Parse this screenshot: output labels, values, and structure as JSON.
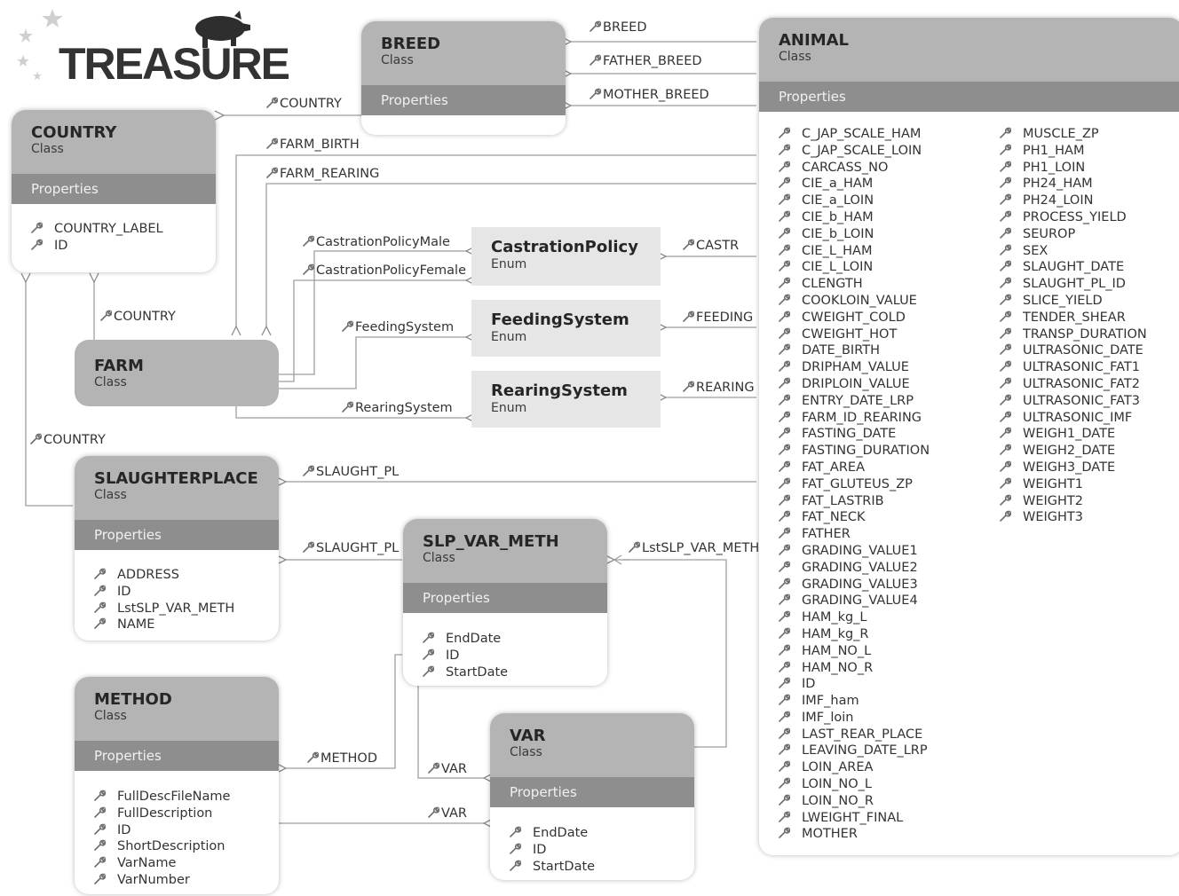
{
  "logo": {
    "text": "TREASURE"
  },
  "classes": {
    "breed": {
      "title": "BREED",
      "type": "Class",
      "props_label": "Properties"
    },
    "country": {
      "title": "COUNTRY",
      "type": "Class",
      "props_label": "Properties",
      "properties": [
        "COUNTRY_LABEL",
        "ID"
      ]
    },
    "farm": {
      "title": "FARM",
      "type": "Class"
    },
    "slaughterplace": {
      "title": "SLAUGHTERPLACE",
      "type": "Class",
      "props_label": "Properties",
      "properties": [
        "ADDRESS",
        "ID",
        "LstSLP_VAR_METH",
        "NAME"
      ]
    },
    "slp_var_meth": {
      "title": "SLP_VAR_METH",
      "type": "Class",
      "props_label": "Properties",
      "properties": [
        "EndDate",
        "ID",
        "StartDate"
      ]
    },
    "method": {
      "title": "METHOD",
      "type": "Class",
      "props_label": "Properties",
      "properties": [
        "FullDescFileName",
        "FullDescription",
        "ID",
        "ShortDescription",
        "VarName",
        "VarNumber"
      ]
    },
    "var": {
      "title": "VAR",
      "type": "Class",
      "props_label": "Properties",
      "properties": [
        "EndDate",
        "ID",
        "StartDate"
      ]
    },
    "animal": {
      "title": "ANIMAL",
      "type": "Class",
      "props_label": "Properties",
      "properties_col1": [
        "C_JAP_SCALE_HAM",
        "C_JAP_SCALE_LOIN",
        "CARCASS_NO",
        "CIE_a_HAM",
        "CIE_a_LOIN",
        "CIE_b_HAM",
        "CIE_b_LOIN",
        "CIE_L_HAM",
        "CIE_L_LOIN",
        "CLENGTH",
        "COOKLOIN_VALUE",
        "CWEIGHT_COLD",
        "CWEIGHT_HOT",
        "DATE_BIRTH",
        "DRIPHAM_VALUE",
        "DRIPLOIN_VALUE",
        "ENTRY_DATE_LRP",
        "FARM_ID_REARING",
        "FASTING_DATE",
        "FASTING_DURATION",
        "FAT_AREA",
        "FAT_GLUTEUS_ZP",
        "FAT_LASTRIB",
        "FAT_NECK",
        "FATHER",
        "GRADING_VALUE1",
        "GRADING_VALUE2",
        "GRADING_VALUE3",
        "GRADING_VALUE4",
        "HAM_kg_L",
        "HAM_kg_R",
        "HAM_NO_L",
        "HAM_NO_R",
        "ID",
        "IMF_ham",
        "IMF_loin",
        "LAST_REAR_PLACE",
        "LEAVING_DATE_LRP",
        "LOIN_AREA",
        "LOIN_NO_L",
        "LOIN_NO_R",
        "LWEIGHT_FINAL",
        "MOTHER"
      ],
      "properties_col2": [
        "MUSCLE_ZP",
        "PH1_HAM",
        "PH1_LOIN",
        "PH24_HAM",
        "PH24_LOIN",
        "PROCESS_YIELD",
        "SEUROP",
        "SEX",
        "SLAUGHT_DATE",
        "SLAUGHT_PL_ID",
        "SLICE_YIELD",
        "TENDER_SHEAR",
        "TRANSP_DURATION",
        "ULTRASONIC_DATE",
        "ULTRASONIC_FAT1",
        "ULTRASONIC_FAT2",
        "ULTRASONIC_FAT3",
        "ULTRASONIC_IMF",
        "WEIGH1_DATE",
        "WEIGH2_DATE",
        "WEIGH3_DATE",
        "WEIGHT1",
        "WEIGHT2",
        "WEIGHT3"
      ]
    }
  },
  "enums": {
    "castration": {
      "title": "CastrationPolicy",
      "type": "Enum"
    },
    "feeding": {
      "title": "FeedingSystem",
      "type": "Enum"
    },
    "rearing": {
      "title": "RearingSystem",
      "type": "Enum"
    }
  },
  "relations": {
    "breed": "BREED",
    "father_breed": "FATHER_BREED",
    "mother_breed": "MOTHER_BREED",
    "breed_country": "COUNTRY",
    "farm_birth": "FARM_BIRTH",
    "farm_rearing": "FARM_REARING",
    "castration_male": "CastrationPolicyMale",
    "castration_female": "CastrationPolicyFemale",
    "castr": "CASTR",
    "feeding_system": "FeedingSystem",
    "feeding": "FEEDING",
    "rearing_system": "RearingSystem",
    "rearing": "REARING",
    "farm_country": "COUNTRY",
    "slaughterplace_country": "COUNTRY",
    "slaught_pl_animal": "SLAUGHT_PL",
    "slaught_pl_svm": "SLAUGHT_PL",
    "lst_slp_var_meth": "LstSLP_VAR_METH",
    "method": "METHOD",
    "var_svm": "VAR",
    "var_method": "VAR"
  },
  "icon": "wrench-icon",
  "colors": {
    "header": "#b4b4b4",
    "props_bar": "#8e8e8e",
    "enum_bg": "#e6e6e6",
    "line": "#9a9a9a"
  }
}
